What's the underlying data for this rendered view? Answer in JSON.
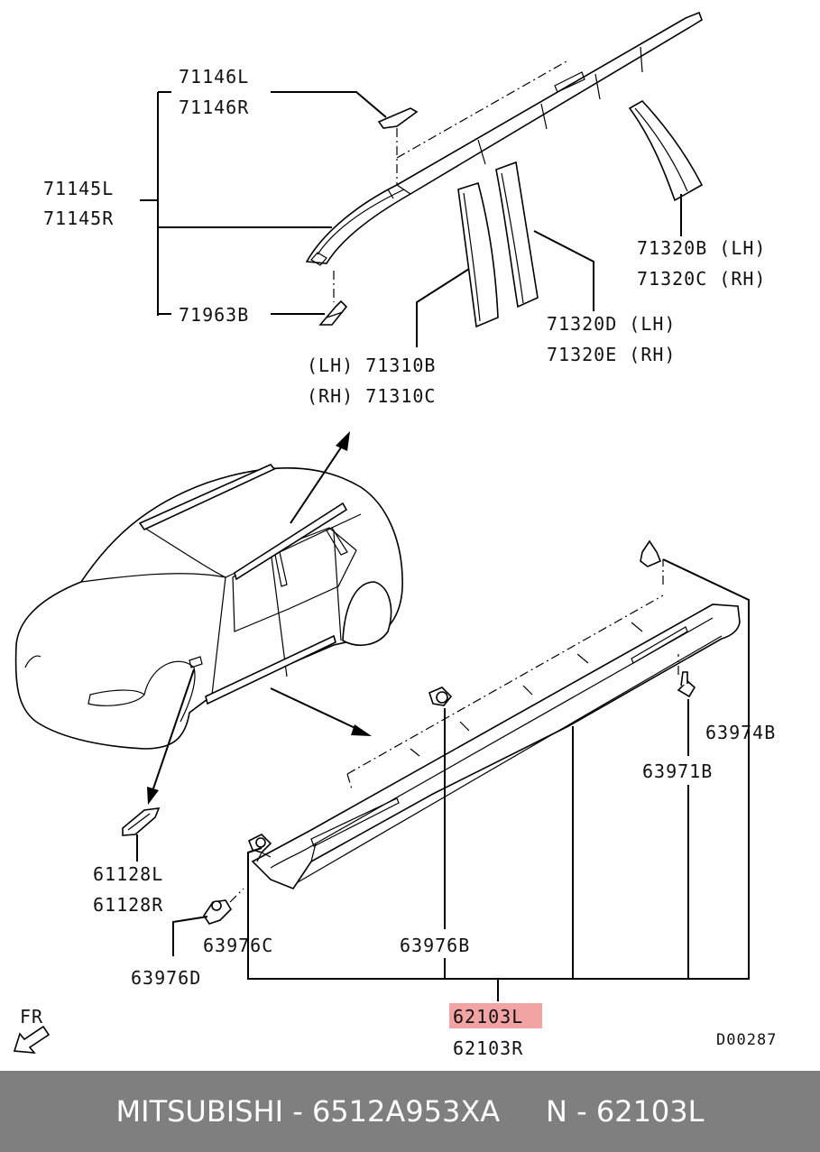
{
  "labels": {
    "p71146L": "71146L",
    "p71146R": "71146R",
    "p71145L": "71145L",
    "p71145R": "71145R",
    "p71963B": "71963B",
    "p71310B": "(LH) 71310B",
    "p71310C": "(RH) 71310C",
    "p71320B": "71320B (LH)",
    "p71320C": "71320C (RH)",
    "p71320D": "71320D (LH)",
    "p71320E": "71320E (RH)",
    "p63974B": "63974B",
    "p63971B": "63971B",
    "p61128L": "61128L",
    "p61128R": "61128R",
    "p63976C": "63976C",
    "p63976B": "63976B",
    "p63976D": "63976D",
    "p62103L": "62103L",
    "p62103R": "62103R",
    "fr": "FR",
    "diagram_code": "D00287"
  },
  "highlight_color": "#f2a3a3",
  "footer": {
    "brand": "MITSUBISHI",
    "sep1": " - ",
    "oem_number": "6512A953XA",
    "gap": "     ",
    "ref": "N - 62103L"
  }
}
